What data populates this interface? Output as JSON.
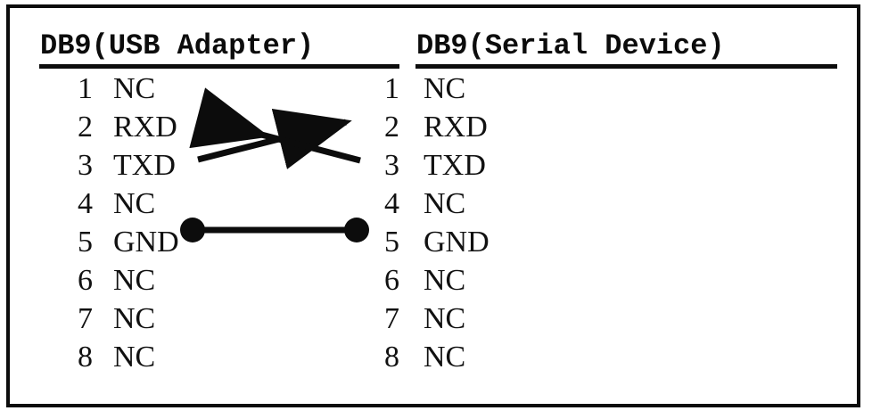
{
  "diagram": {
    "title": "DB9 null-modem wiring between USB adapter and serial device",
    "border_color": "#0c0c0c",
    "background_color": "#ffffff",
    "wire_color": "#0c0c0c",
    "columns": [
      {
        "id": "usb-adapter",
        "header": "DB9(USB Adapter)",
        "pins": [
          {
            "number": "1",
            "signal": "NC"
          },
          {
            "number": "2",
            "signal": "RXD"
          },
          {
            "number": "3",
            "signal": "TXD"
          },
          {
            "number": "4",
            "signal": "NC"
          },
          {
            "number": "5",
            "signal": "GND"
          },
          {
            "number": "6",
            "signal": "NC"
          },
          {
            "number": "7",
            "signal": "NC"
          },
          {
            "number": "8",
            "signal": "NC"
          }
        ]
      },
      {
        "id": "serial-device",
        "header": "DB9(Serial Device)",
        "pins": [
          {
            "number": "1",
            "signal": "NC"
          },
          {
            "number": "2",
            "signal": "RXD"
          },
          {
            "number": "3",
            "signal": "TXD"
          },
          {
            "number": "4",
            "signal": "NC"
          },
          {
            "number": "5",
            "signal": "GND"
          },
          {
            "number": "6",
            "signal": "NC"
          },
          {
            "number": "7",
            "signal": "NC"
          },
          {
            "number": "8",
            "signal": "NC"
          }
        ]
      }
    ],
    "connections": [
      {
        "id": "txd-to-rxd",
        "from": "usb-adapter pin 3 TXD",
        "to": "serial-device pin 2 RXD",
        "style": "arrow"
      },
      {
        "id": "rxd-from-txd",
        "from": "serial-device pin 3 TXD",
        "to": "usb-adapter pin 2 RXD",
        "style": "arrow"
      },
      {
        "id": "gnd-to-gnd",
        "from": "usb-adapter pin 5 GND",
        "to": "serial-device pin 5 GND",
        "style": "dot-line-dot"
      }
    ]
  }
}
